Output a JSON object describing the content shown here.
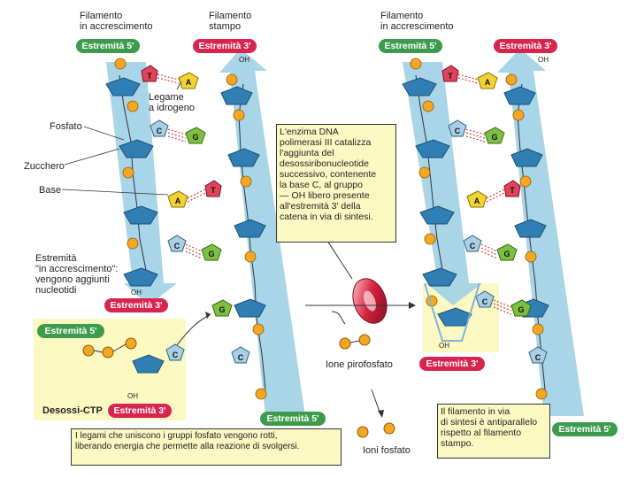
{
  "labels": {
    "filamento_accr_left": "Filamento\nin accrescimento",
    "filamento_stampo": "Filamento\nstampo",
    "filamento_accr_right": "Filamento\nin accrescimento",
    "estr5_left": "Estremità 5'",
    "estr3_left": "Estremità 3'",
    "estr5_right_top": "Estremità 5'",
    "estr3_right_top": "Estremità 3'",
    "oh_top_left": "OH",
    "oh_top_right": "OH",
    "legame": "Legame\na idrogeno",
    "fosfato": "Fosfato",
    "zucchero": "Zucchero",
    "base": "Base",
    "estremita_accr": "Estremità\n\"in accrescimento\":\nvengono aggiunti\nnucleotidi",
    "oh_mid_left": "OH",
    "estr3_mid_left": "Estremità 3'",
    "estr5_desossi": "Estremità 5'",
    "oh_desossi": "OH",
    "desossi_ctp": "Desossi-CTP",
    "estr3_desossi": "Estremità 3'",
    "estr5_bottom_mid": "Estremità 5'",
    "enzima_box": "L'enzima DNA\npolimerasi III catalizza\nl'aggiunta del\ndesossiribonucleotide\nsuccessivo, contenente\nla base C, al gruppo\n— OH libero presente\nall'estremità 3' della\ncatena in via di sintesi.",
    "ione_pirofosfato": "Ione pirofosfato",
    "ioni_fosfato": "Ioni fosfato",
    "legami_box": "I legami che uniscono i gruppi fosfato vengono rotti,\nliberando energia che permette alla reazione di svolgersi.",
    "oh_right_mid": "OH",
    "estr3_right_mid": "Estremità 3'",
    "antiparallelo_box": "Il filamento in via\ndi sintesi è antiparallelo\nrispetto al filamento\nstampo.",
    "estr5_right_bottom": "Estremità 5'"
  },
  "bases": {
    "T": "T",
    "A": "A",
    "C": "C",
    "G": "G"
  },
  "colors": {
    "strand_blue": "#9fd0e6",
    "sugar_blue": "#2f7fb5",
    "sugar_light": "#bfe0f2",
    "phosphate": "#f5a623",
    "base_T": "#e0445a",
    "base_A": "#f2d335",
    "base_C": "#a9cfe6",
    "base_G": "#7bc043",
    "pill_green": "#3c9b4c",
    "pill_red": "#d7254f",
    "yellow_panel": "#fbf8c2"
  }
}
